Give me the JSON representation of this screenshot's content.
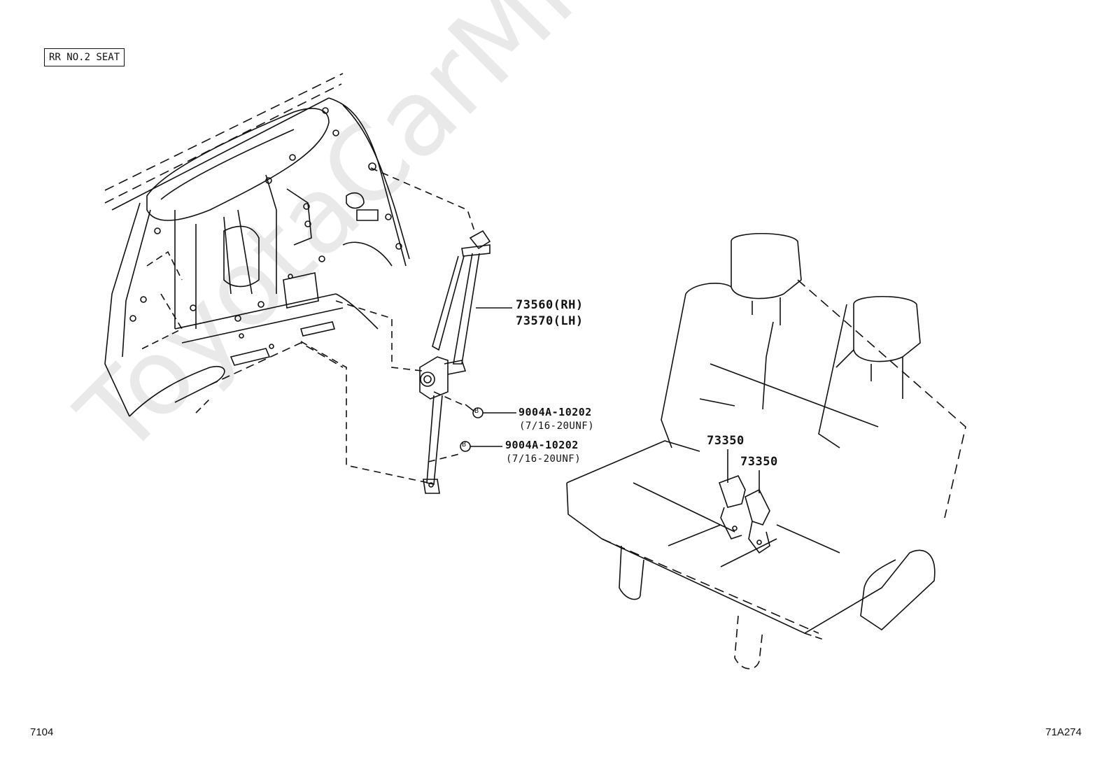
{
  "diagram": {
    "section_label": "RR NO.2 SEAT",
    "watermark": "ToyotaCarMine.ru",
    "page_id_left": "7104",
    "page_id_right": "71A274",
    "callouts": {
      "belt_rh": "73560(RH)",
      "belt_lh": "73570(LH)",
      "bolt_1_part": "9004A-10202",
      "bolt_1_spec": "(7/16-20UNF)",
      "bolt_2_part": "9004A-10202",
      "bolt_2_spec": "(7/16-20UNF)",
      "buckle_1": "73350",
      "buckle_2": "73350",
      "bolt_symbol": "B"
    },
    "colors": {
      "line": "#111111",
      "watermark": "#d8d8d8"
    }
  }
}
